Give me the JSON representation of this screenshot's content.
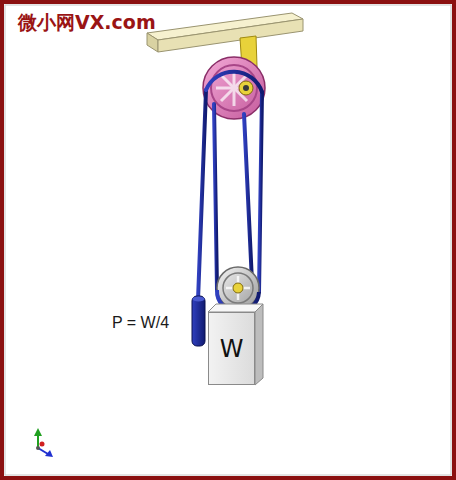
{
  "diagram": {
    "nodes": [
      {
        "text": [
          "W"
        ]
      }
    ],
    "labels": [
      "微小网VX.com",
      "P = W/4"
    ]
  }
}
